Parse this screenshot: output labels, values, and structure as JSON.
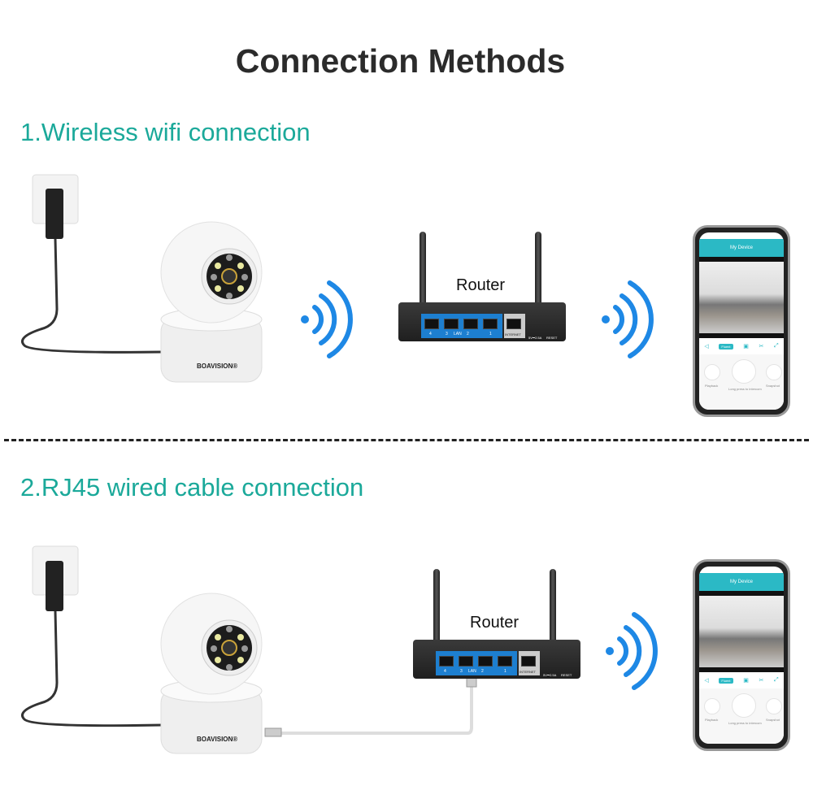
{
  "title": "Connection Methods",
  "sections": [
    {
      "heading": "1.Wireless wifi connection",
      "router_label": "Router"
    },
    {
      "heading": "2.RJ45 wired cable connection",
      "router_label": "Router"
    }
  ],
  "camera": {
    "brand": "BOAVISION®"
  },
  "router_ports": {
    "p4": "4",
    "p3": "3",
    "lan": "LAN",
    "p2": "2",
    "p1": "1",
    "internet": "INTERNET",
    "power": "5V⎓2.5A",
    "reset": "RESET"
  },
  "phone": {
    "screen_title": "My Device",
    "quality": "Fluent",
    "playback": "Playback",
    "intercom": "Long press to intercom",
    "snapshot": "Snapshot"
  },
  "colors": {
    "heading": "#1ba99a",
    "wifi": "#1e88e5",
    "app_accent": "#2bb9c5"
  }
}
